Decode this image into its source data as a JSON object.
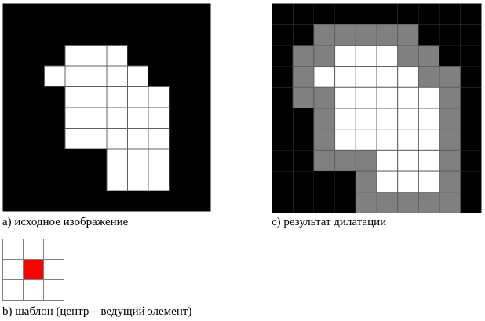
{
  "colors": {
    "background": "#000000",
    "object": "#ffffff",
    "dilated": "#808080",
    "center": "#ff0000",
    "gridline": "#606060"
  },
  "panels": {
    "a": {
      "caption": "а) исходное изображение",
      "cell_values_legend": "0 = black, 1 = white",
      "grid": [
        [
          0,
          0,
          0,
          0,
          0,
          0,
          0,
          0,
          0,
          0
        ],
        [
          0,
          0,
          0,
          0,
          0,
          0,
          0,
          0,
          0,
          0
        ],
        [
          0,
          0,
          0,
          1,
          1,
          1,
          0,
          0,
          0,
          0
        ],
        [
          0,
          0,
          1,
          1,
          1,
          1,
          1,
          0,
          0,
          0
        ],
        [
          0,
          0,
          0,
          1,
          1,
          1,
          1,
          1,
          0,
          0
        ],
        [
          0,
          0,
          0,
          1,
          1,
          1,
          1,
          1,
          0,
          0
        ],
        [
          0,
          0,
          0,
          1,
          1,
          1,
          1,
          1,
          0,
          0
        ],
        [
          0,
          0,
          0,
          0,
          0,
          1,
          1,
          1,
          0,
          0
        ],
        [
          0,
          0,
          0,
          0,
          0,
          1,
          1,
          1,
          0,
          0
        ],
        [
          0,
          0,
          0,
          0,
          0,
          0,
          0,
          0,
          0,
          0
        ]
      ]
    },
    "c": {
      "caption": "с) результат дилатации",
      "cell_values_legend": "0 = black, 1 = white, 2 = gray",
      "grid": [
        [
          0,
          0,
          0,
          0,
          0,
          0,
          0,
          0,
          0,
          0
        ],
        [
          0,
          0,
          2,
          2,
          2,
          2,
          2,
          0,
          0,
          0
        ],
        [
          0,
          2,
          2,
          1,
          1,
          1,
          2,
          2,
          0,
          0
        ],
        [
          0,
          2,
          1,
          1,
          1,
          1,
          1,
          2,
          2,
          0
        ],
        [
          0,
          2,
          2,
          1,
          1,
          1,
          1,
          1,
          2,
          0
        ],
        [
          0,
          0,
          2,
          1,
          1,
          1,
          1,
          1,
          2,
          0
        ],
        [
          0,
          0,
          2,
          1,
          1,
          1,
          1,
          1,
          2,
          0
        ],
        [
          0,
          0,
          2,
          2,
          2,
          1,
          1,
          1,
          2,
          0
        ],
        [
          0,
          0,
          0,
          0,
          2,
          1,
          1,
          1,
          2,
          0
        ],
        [
          0,
          0,
          0,
          0,
          2,
          2,
          2,
          2,
          2,
          0
        ]
      ]
    },
    "b": {
      "caption": "b) шаблон (центр – ведущий элемент)",
      "cell_values_legend": "1 = white, 3 = red center",
      "grid": [
        [
          1,
          1,
          1
        ],
        [
          1,
          3,
          1
        ],
        [
          1,
          1,
          1
        ]
      ]
    }
  }
}
